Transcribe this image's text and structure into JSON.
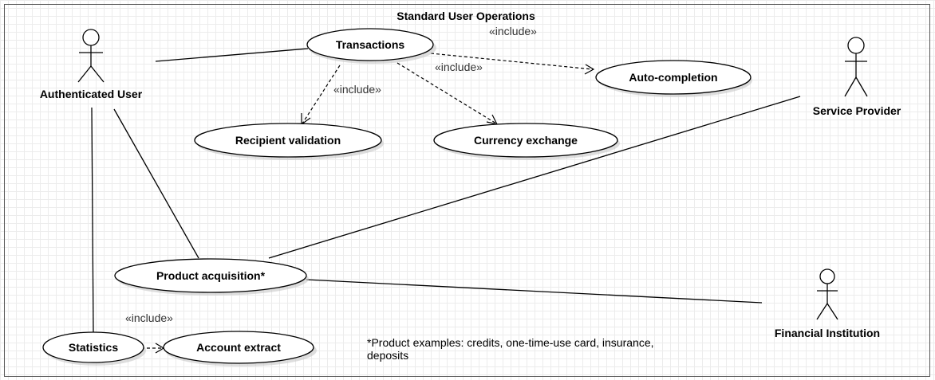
{
  "diagram": {
    "title": "Standard User Operations",
    "actors": {
      "authenticated_user": "Authenticated User",
      "service_provider": "Service Provider",
      "financial_institution": "Financial Institution"
    },
    "use_cases": {
      "transactions": "Transactions",
      "auto_completion": "Auto-completion",
      "recipient_validation": "Recipient validation",
      "currency_exchange": "Currency exchange",
      "product_acquisition": "Product acquisition*",
      "statistics": "Statistics",
      "account_extract": "Account extract"
    },
    "stereotypes": {
      "include_top": "«include»",
      "include_currency": "«include»",
      "include_recipient": "«include»",
      "include_statistics": "«include»"
    },
    "note": {
      "line1": "*Product examples: credits, one-time-use card, insurance,",
      "line2": "deposits"
    }
  }
}
